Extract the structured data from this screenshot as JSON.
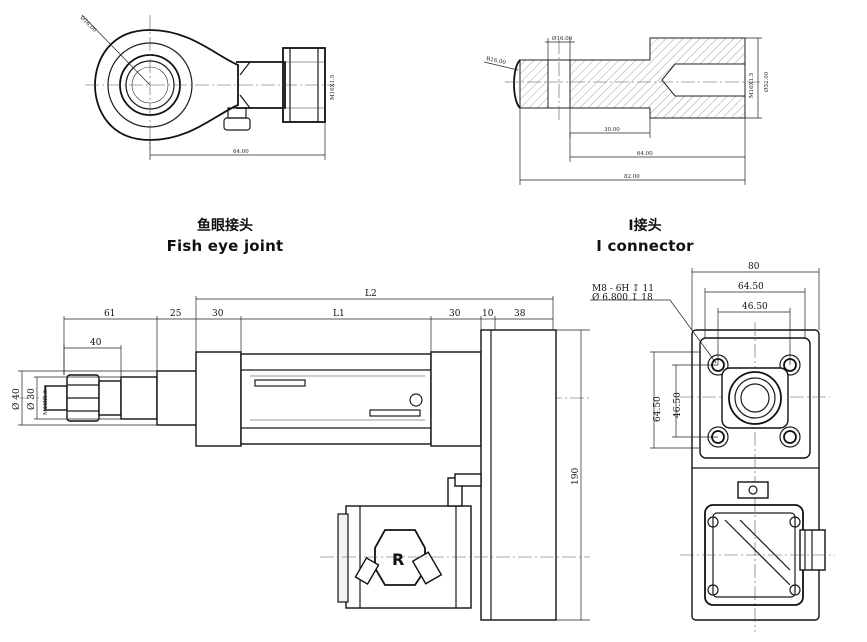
{
  "fish_eye": {
    "title_zh": "鱼眼接头",
    "title_en": "Fish eye joint",
    "dim_diameter": "Ø16.00",
    "dim_thread": "M16X1.5",
    "dim_length": "64.00"
  },
  "i_connector": {
    "title_zh": "I接头",
    "title_en": "I connector",
    "dim_pin_diameter": "Ø16.00",
    "dim_radius": "R16.00",
    "dim_thread": "M16X1.5",
    "dim_outer_diameter": "Ø32.00",
    "dim_30": "30.00",
    "dim_64": "64.00",
    "dim_82": "82.00"
  },
  "side_view": {
    "dim_total": "L2",
    "dim_stroke": "L1",
    "dim_61": "61",
    "dim_25": "25",
    "dim_30a": "30",
    "dim_30b": "30",
    "dim_10": "10",
    "dim_38": "38",
    "dim_40": "40",
    "dim_dia40": "Ø 40",
    "dim_dia30": "Ø 30",
    "dim_thread": "M16X1.5",
    "dim_190": "190"
  },
  "end_view": {
    "dim_80": "80",
    "dim_64_50": "64.50",
    "dim_46_50": "46.50",
    "dim_v64_50": "64.50",
    "dim_v46_50": "46.50",
    "hole_note_1": "M8 - 6H ↧ 11",
    "hole_note_2": "Ø 6.800 ↧ 18"
  }
}
